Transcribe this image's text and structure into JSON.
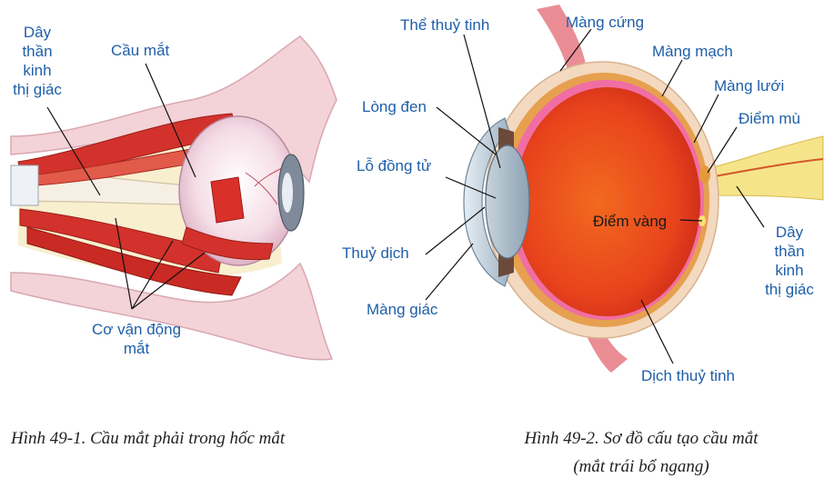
{
  "figure1": {
    "labels": {
      "optic_nerve": "Dây\nthần\nkinh\nthị giác",
      "eyeball": "Cầu mắt",
      "eye_muscles": "Cơ vận động\nmắt"
    },
    "caption": "Hình 49-1. Cầu mắt phải trong hốc mắt"
  },
  "figure2": {
    "labels": {
      "lens": "Thể thuỷ tinh",
      "sclera": "Màng cứng",
      "choroid": "Màng mạch",
      "retina": "Màng lưới",
      "blind_spot": "Điểm mù",
      "iris": "Lòng đen",
      "pupil": "Lỗ đồng tử",
      "aqueous": "Thuỷ dịch",
      "cornea": "Màng giác",
      "macula": "Điểm vàng",
      "optic_nerve": "Dây\nthần\nkinh\nthị giác",
      "vitreous": "Dịch thuỷ tinh"
    },
    "caption_line1": "Hình 49-2. Sơ đồ cấu tạo cầu mắt",
    "caption_line2": "(mắt trái bổ ngang)"
  }
}
